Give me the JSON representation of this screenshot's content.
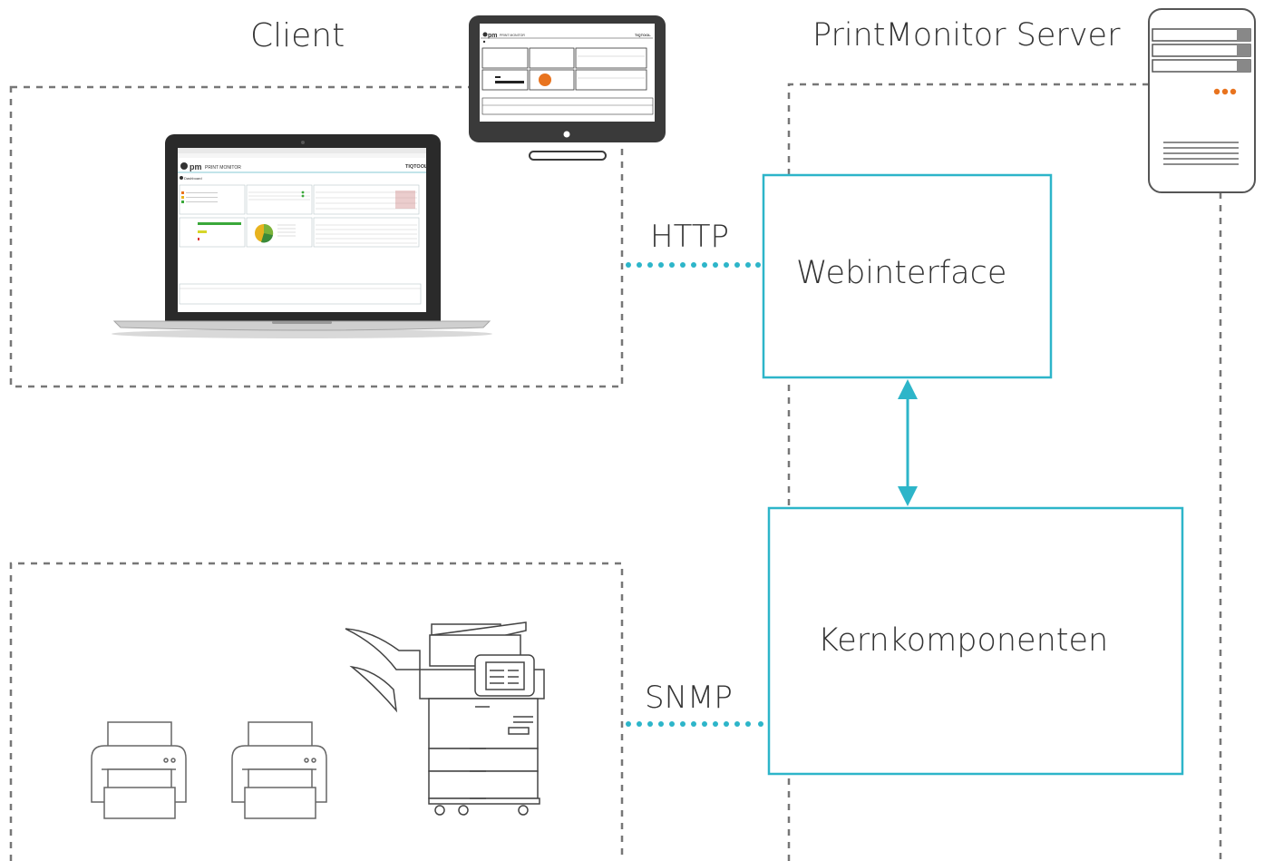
{
  "colors": {
    "accent": "#2db5c9",
    "dashed_border": "#777777",
    "text": "#333333",
    "dashboard_green": "#3aa83a",
    "pie_orange": "#e8731e"
  },
  "labels": {
    "client": "Client",
    "server": "PrintMonitor Server",
    "http": "HTTP",
    "snmp": "SNMP"
  },
  "boxes": {
    "webinterface": "Webinterface",
    "kernkomponenten": "Kernkomponenten"
  },
  "laptop_screen": {
    "logo_text": "pm",
    "product_name": "PRINT MONITOR",
    "brand": "TIQTOOL",
    "page_title": "Dashboard"
  },
  "monitor_screen": {
    "logo_text": "pm",
    "product_name": "PRINT MONITOR",
    "brand": "TIQTOOL"
  },
  "icons": {
    "laptop": "laptop-icon",
    "monitor": "monitor-icon",
    "server_tower": "server-tower-icon",
    "printer": "printer-icon",
    "multifunction_printer": "multifunction-printer-icon"
  }
}
